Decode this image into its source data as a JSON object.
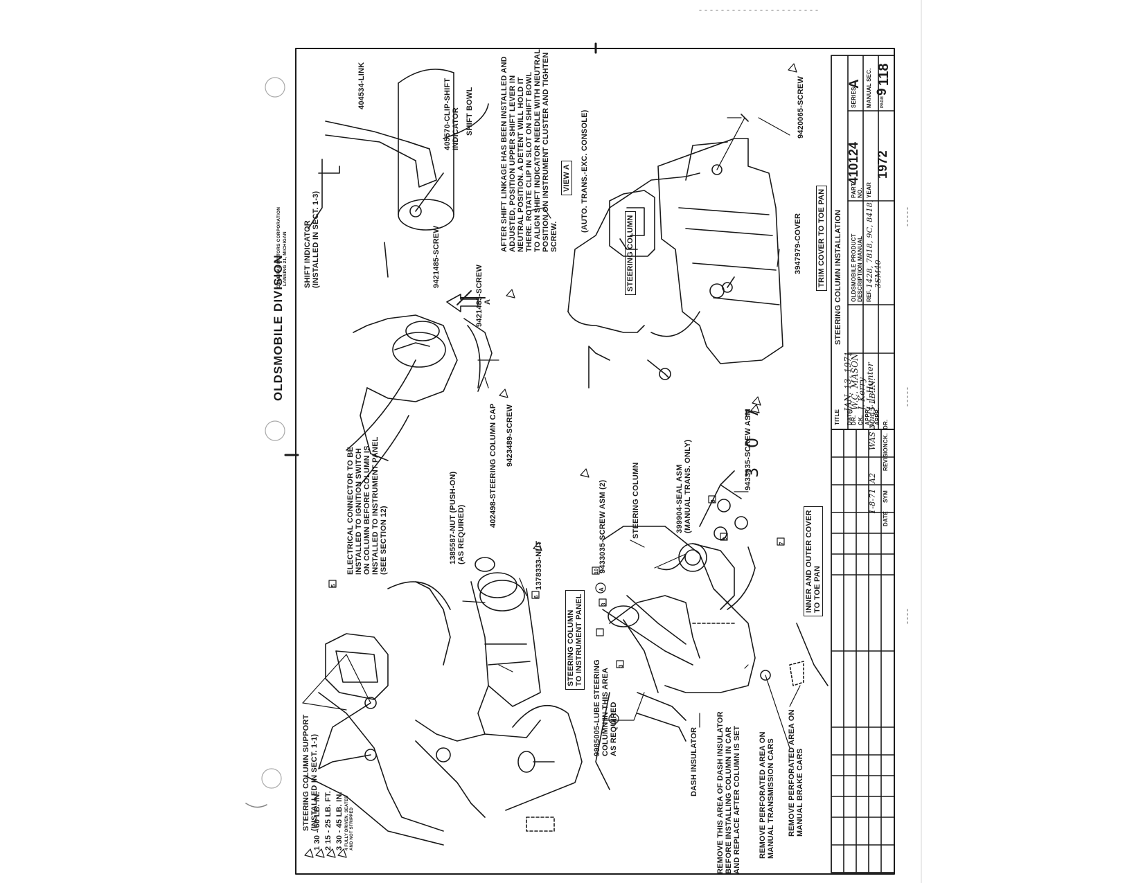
{
  "header": {
    "division": "OLDSMOBILE DIVISION",
    "corp_line1": "GENERAL MOTORS CORPORATION",
    "corp_line2": "LANSING 21, MICHIGAN"
  },
  "labels": {
    "shift_indicator": "SHIFT INDICATOR\n(INSTALLED IN SECT. 1-3)",
    "link": "404534-LINK",
    "clip": "405570-CLIP-SHIFT\nINDICATOR",
    "shift_bowl": "SHIFT BOWL",
    "screw_9421485": "9421485-SCREW",
    "screw_9421485_top": "9421485-SCREW",
    "after_note": "AFTER SHIFT LINKAGE HAS BEEN INSTALLED AND\nADJUSTED, POSITION UPPER SHIFT LEVER IN\nNEUTRAL POSITION. A DETENT WILL HOLD IT\nTHERE. ROTATE CLIP IN SLOT ON SHIFT BOWL\nTO ALIGN SHIFT INDICATOR NEEDLE WITH NEUTRAL\nPOSITION ON INSTRUMENT CLUSTER AND TIGHTEN\nSCREW.",
    "view_a": "VIEW A",
    "auto_trans": "(AUTO. TRANS.-EXC. CONSOLE)",
    "steering_column_view": "STEERING COLUMN",
    "view_arrow_letter": "A",
    "screw_9420065": "9420065-SCREW",
    "cover_3947979": "3947979-COVER",
    "trim_cover": "TRIM COVER TO TOE PAN",
    "steering_column_cap": "402498-STEERING COLUMN CAP",
    "screw_9423489": "9423489-SCREW",
    "seal_asm": "399904-SEAL ASM\n(MANUAL TRANS. ONLY)",
    "screw_asm_9433035": "9433035-SCREW ASM",
    "steering_column_main": "STEERING COLUMN",
    "screw_asm_2": "9433035-SCREW ASM (2)",
    "nut_1385587": "1385587-NUT (PUSH-ON)\n(AS REQUIRED)",
    "nut_1378333": "1378333-NUT",
    "electrical_connector": "ELECTRICAL CONNECTOR TO BE\nINSTALLED TO IGNITION SWITCH\nON COLUMN BEFORE COLUMN IS\nINSTALLED TO INSTRUMENT PANEL\n(SEE SECTION 12)",
    "steering_to_panel": "STEERING COLUMN\nTO INSTRUMENT PANEL",
    "inner_outer_cover": "INNER AND OUTER COVER\nTO TOE PAN",
    "lube_note": "9985005-LUBE STEERING\nCOLUMN IN THIS AREA\nAS REQUIRED",
    "dash_insulator": "DASH INSULATOR",
    "remove_dash": "REMOVE THIS AREA OF DASH INSULATOR\nBEFORE INSTALLING COLUMN IN CAR\nAND REPLACE AFTER COLUMN IS SET",
    "remove_trans": "REMOVE PERFORATED AREA ON\nMANUAL TRANSMISSION CARS",
    "remove_brake": "REMOVE PERFORATED AREA ON\nMANUAL BRAKE CARS",
    "support": "STEERING COLUMN SUPPORT\n(INSTALLED IN SECT. 1-1)",
    "page_mark": "3 0 7",
    "box_5": "5",
    "box_6": "6",
    "box_10": "10",
    "box_3a": "3",
    "box_3b": "3",
    "box_8": "8",
    "box_9": "9",
    "box_7": "7",
    "circ_a1": "A",
    "circ_a2": "A"
  },
  "legend": [
    {
      "num": "1",
      "text": "30 - 60 LB. IN."
    },
    {
      "num": "2",
      "text": "15 - 25 LB. FT."
    },
    {
      "num": "3",
      "text": "30 - 45 LB. IN."
    },
    {
      "num": "4",
      "text": "FULLY DRIVEN, SEATED\nAND NOT STRIPPED"
    }
  ],
  "revision": {
    "date": "1-8-71",
    "sym": "A2",
    "text": "WAS 30-45 LB.IN.",
    "initials": "DCH",
    "col_date": "DATE",
    "col_sym": "SYM",
    "col_revision": "REVISION",
    "col_dr": "DR.",
    "col_ck": "CK."
  },
  "title_block": {
    "title_label": "TITLE",
    "title": "STEERING COLUMN INSTALLATION",
    "date_label": "DATE",
    "date": "JAN. 13, 1971",
    "dr_label": "DR.",
    "dr": "W.C. MASON",
    "ck_label": "CK.",
    "ck": "J. Kerry",
    "appr_label": "APPR.",
    "appr": "J. J. Hunter",
    "appr2_label": "APPR.",
    "product_manual": "OLDSMOBILE PRODUCT\nDESCRIPTION MANUAL",
    "ref_label": "REF.",
    "ref": "1428, 7818, 9C, 8418,\n3SM40",
    "part_no_label": "PART\nNO.",
    "part_no": "410124",
    "series_label": "SERIES",
    "series": "A",
    "year_label": "YEAR",
    "year": "1972",
    "manual_sec_label": "MANUAL SEC.",
    "manual_sec": "9",
    "page_label": "PAGE",
    "page": "118"
  }
}
